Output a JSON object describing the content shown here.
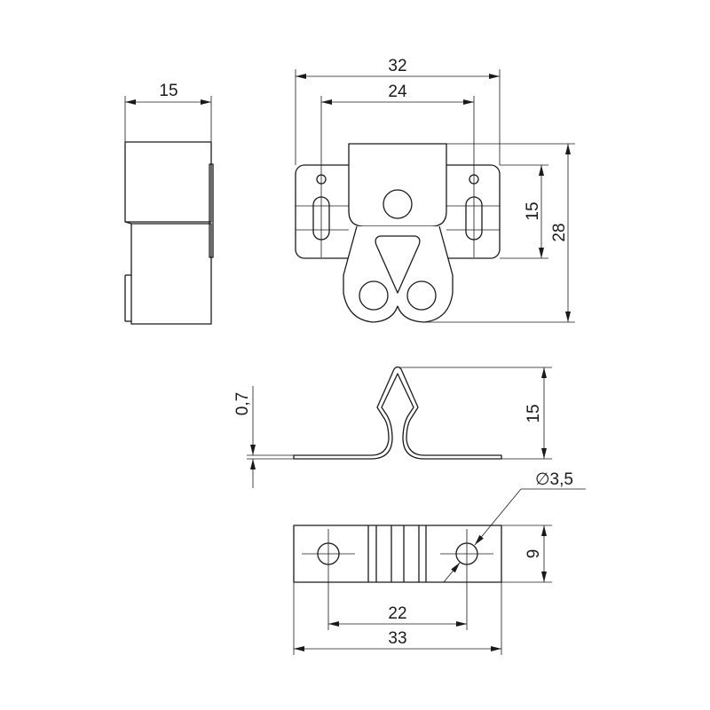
{
  "drawing": {
    "title": "Roller catch technical drawing",
    "side_view": {
      "width_dim": "15"
    },
    "front_view": {
      "overall_width_dim": "32",
      "hole_spacing_dim": "24",
      "plate_height_dim": "15",
      "overall_height_dim": "28"
    },
    "profile_view": {
      "thickness_dim": "0,7",
      "height_dim": "15"
    },
    "strike_plate": {
      "hole_diameter_dim": "∅3,5",
      "height_dim": "9",
      "hole_spacing_dim": "22",
      "overall_width_dim": "33"
    },
    "colors": {
      "line": "#1a1a1a",
      "background": "#ffffff"
    }
  }
}
